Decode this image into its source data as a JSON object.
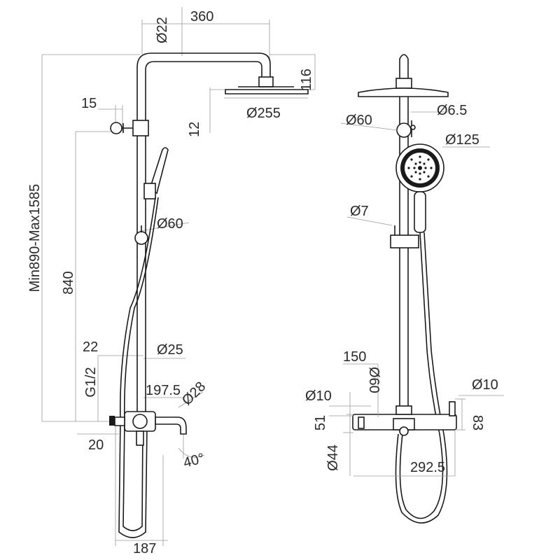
{
  "side_view": {
    "pipe_diameter": "Ø22",
    "arm_reach": "360",
    "head_height": "116",
    "head_thickness": "12",
    "head_diameter": "Ø255",
    "valve_offset": "15",
    "slider_diameter": "Ø60",
    "height_range": "Min890-Max1585",
    "rail_height": "840",
    "rail_offset": "22",
    "rail_diameter": "Ø25",
    "inlet_thread": "G1/2",
    "spout_length": "197.5",
    "spout_diameter": "Ø28",
    "inlet_offset": "20",
    "spout_angle": "40°",
    "hose_depth": "187"
  },
  "front_view": {
    "diverter_diameter": "Ø60",
    "knob_diameter": "Ø6.5",
    "handshower_diameter": "Ø125",
    "rail_pin": "Ø7",
    "mixer_width": "150",
    "mixer_knob": "Ø60",
    "left_pin": "Ø10",
    "right_pin": "Ø10",
    "mixer_height_left": "51",
    "mixer_height_right": "83",
    "mixer_bar": "Ø44",
    "center_distance": "292.5"
  }
}
